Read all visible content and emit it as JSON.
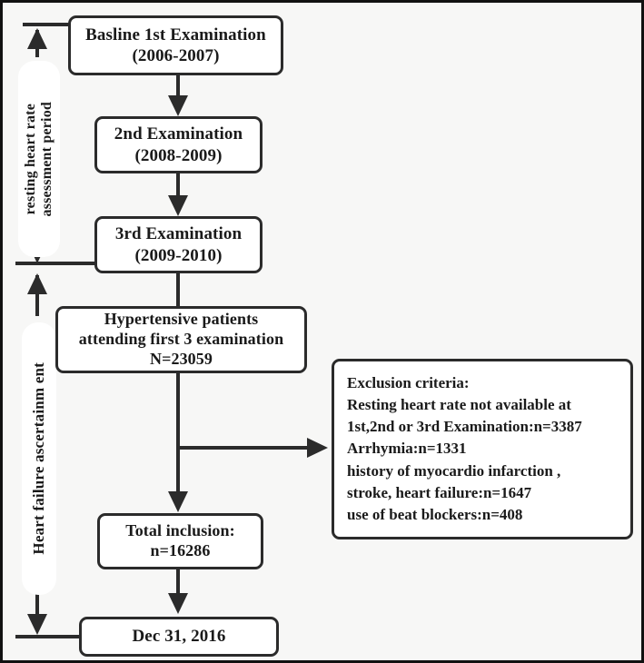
{
  "figure": {
    "type": "flowchart",
    "title": "Study population flow diagram"
  },
  "nodes": {
    "baseline": {
      "line1": "Basline 1st Examination",
      "line2": "(2006-2007)"
    },
    "exam2": {
      "line1": "2nd Examination",
      "line2": "(2008-2009)"
    },
    "exam3": {
      "line1": "3rd Examination",
      "line2": "(2009-2010)"
    },
    "hypertensive": {
      "line1": "Hypertensive patients",
      "line2": "attending first 3 examination",
      "line3": "N=23059"
    },
    "total_inclusion": {
      "line1": "Total inclusion:",
      "line2": "n=16286"
    },
    "end_date": {
      "line1": "Dec  31, 2016"
    }
  },
  "exclusion": {
    "lines": [
      "Exclusion criteria:",
      "Resting heart rate not available at",
      "1st,2nd or  3rd Examination:n=3387",
      "Arrhymia:n=1331",
      "history of myocardio infarction ,",
      "stroke, heart failure:n=1647",
      "use of beat blockers:n=408"
    ]
  },
  "period_labels": {
    "resting_hr_line1": "resting heart rate",
    "resting_hr_line2": "assessment period",
    "heart_failure": "Heart failure ascertainm ent"
  },
  "colors": {
    "stroke": "#2b2b2b",
    "box_fill": "#ffffff",
    "canvas": "#f7f7f6",
    "text": "#1a1a1a",
    "frame": "#111111"
  }
}
